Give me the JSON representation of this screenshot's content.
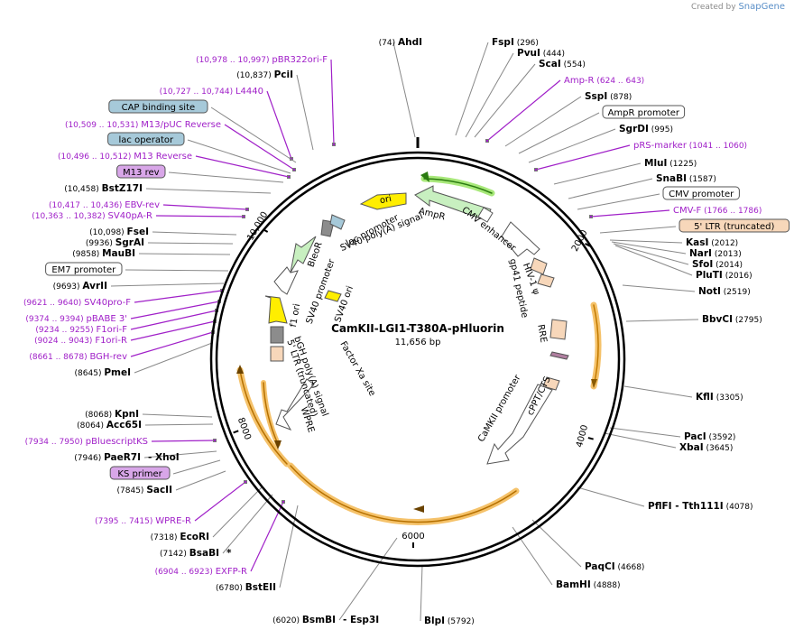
{
  "credit": {
    "prefix": "Created by",
    "brand": "SnapGene"
  },
  "plasmid": {
    "name": "CamKII-LGI1-T380A-pHluorin",
    "length": "11,656 bp"
  },
  "colors": {
    "enzyme": "#000000",
    "primer": "#a020c8",
    "feature_blue": "#a6c9d9",
    "feature_purple": "#d8a6e8",
    "feature_orange": "#f7d7ba",
    "arrow_green": "#c8f0c0",
    "arrow_yellow": "#ffee00",
    "orf_highlight": "#f5b54c"
  },
  "ruler": [
    "2000",
    "4000",
    "6000",
    "8000",
    "10,000"
  ],
  "labels": {
    "left": [
      {
        "kind": "primer",
        "pos": "(10,978 .. 10,997)",
        "name": "pBR322ori-F"
      },
      {
        "kind": "enzyme",
        "pos": "(10,837)",
        "name": "PciI"
      },
      {
        "kind": "primer",
        "pos": "(10,727 .. 10,744)",
        "name": "L4440"
      },
      {
        "kind": "featbox",
        "name": "CAP binding site",
        "color": "blue"
      },
      {
        "kind": "primer",
        "pos": "(10,509 .. 10,531)",
        "name": "M13/pUC Reverse"
      },
      {
        "kind": "featbox",
        "name": "lac operator",
        "color": "blue"
      },
      {
        "kind": "primer",
        "pos": "(10,496 .. 10,512)",
        "name": "M13 Reverse"
      },
      {
        "kind": "featbox",
        "name": "M13 rev",
        "color": "purple"
      },
      {
        "kind": "enzyme",
        "pos": "(10,458)",
        "name": "BstZ17I"
      },
      {
        "kind": "primer",
        "pos": "(10,417 .. 10,436)",
        "name": "EBV-rev"
      },
      {
        "kind": "primer",
        "pos": "(10,363 .. 10,382)",
        "name": "SV40pA-R"
      },
      {
        "kind": "enzyme",
        "pos": "(10,098)",
        "name": "FseI"
      },
      {
        "kind": "enzyme",
        "pos": "(9936)",
        "name": "SgrAI"
      },
      {
        "kind": "enzyme",
        "pos": "(9858)",
        "name": "MauBI"
      },
      {
        "kind": "featbox",
        "name": "EM7 promoter",
        "color": "white"
      },
      {
        "kind": "enzyme",
        "pos": "(9693)",
        "name": "AvrII"
      },
      {
        "kind": "primer",
        "pos": "(9621 .. 9640)",
        "name": "SV40pro-F"
      },
      {
        "kind": "primer",
        "pos": "(9374 .. 9394)",
        "name": "pBABE 3'"
      },
      {
        "kind": "primer",
        "pos": "(9234 .. 9255)",
        "name": "F1ori-F"
      },
      {
        "kind": "primer",
        "pos": "(9024 .. 9043)",
        "name": "F1ori-R"
      },
      {
        "kind": "primer",
        "pos": "(8661 .. 8678)",
        "name": "BGH-rev"
      },
      {
        "kind": "enzyme",
        "pos": "(8645)",
        "name": "PmeI"
      },
      {
        "kind": "enzyme",
        "pos": "(8068)",
        "name": "KpnI"
      },
      {
        "kind": "enzyme",
        "pos": "(8064)",
        "name": "Acc65I"
      },
      {
        "kind": "primer",
        "pos": "(7934 .. 7950)",
        "name": "pBluescriptKS"
      },
      {
        "kind": "enzyme",
        "pos": "(7946)",
        "name": "PaeR7I",
        "extra": "- XhoI"
      },
      {
        "kind": "featbox",
        "name": "KS primer",
        "color": "purple"
      },
      {
        "kind": "enzyme",
        "pos": "(7845)",
        "name": "SacII"
      },
      {
        "kind": "primer",
        "pos": "(7395 .. 7415)",
        "name": "WPRE-R"
      },
      {
        "kind": "enzyme",
        "pos": "(7318)",
        "name": "EcoRI"
      },
      {
        "kind": "enzyme",
        "pos": "(7142)",
        "name": "BsaBI",
        "extra": "*"
      },
      {
        "kind": "primer",
        "pos": "(6904 .. 6923)",
        "name": "EXFP-R"
      },
      {
        "kind": "enzyme",
        "pos": "(6780)",
        "name": "BstEII"
      },
      {
        "kind": "enzyme",
        "pos": "(6020)",
        "name": "BsmBI",
        "extra": "- Esp3I"
      }
    ],
    "right": [
      {
        "kind": "enzyme",
        "pos": "(74)",
        "name": "AhdI"
      },
      {
        "kind": "enzyme",
        "pos": "(296)",
        "name": "FspI"
      },
      {
        "kind": "enzyme",
        "pos": "(444)",
        "name": "PvuI"
      },
      {
        "kind": "enzyme",
        "pos": "(554)",
        "name": "ScaI"
      },
      {
        "kind": "primer",
        "pos": "(624 .. 643)",
        "name": "Amp-R"
      },
      {
        "kind": "enzyme",
        "pos": "(878)",
        "name": "SspI"
      },
      {
        "kind": "featbox",
        "name": "AmpR promoter",
        "color": "white"
      },
      {
        "kind": "enzyme",
        "pos": "(995)",
        "name": "SgrDI"
      },
      {
        "kind": "primer",
        "pos": "(1041 .. 1060)",
        "name": "pRS-marker"
      },
      {
        "kind": "enzyme",
        "pos": "(1225)",
        "name": "MluI"
      },
      {
        "kind": "enzyme",
        "pos": "(1587)",
        "name": "SnaBI"
      },
      {
        "kind": "featbox",
        "name": "CMV promoter",
        "color": "white"
      },
      {
        "kind": "primer",
        "pos": "(1766 .. 1786)",
        "name": "CMV-F"
      },
      {
        "kind": "featbox",
        "name": "5' LTR (truncated)",
        "color": "orange"
      },
      {
        "kind": "enzyme",
        "pos": "(2012)",
        "name": "KasI"
      },
      {
        "kind": "enzyme",
        "pos": "(2013)",
        "name": "NarI"
      },
      {
        "kind": "enzyme",
        "pos": "(2014)",
        "name": "SfoI"
      },
      {
        "kind": "enzyme",
        "pos": "(2016)",
        "name": "PluTI"
      },
      {
        "kind": "enzyme",
        "pos": "(2519)",
        "name": "NotI"
      },
      {
        "kind": "enzyme",
        "pos": "(2795)",
        "name": "BbvCI"
      },
      {
        "kind": "enzyme",
        "pos": "(3305)",
        "name": "KflI"
      },
      {
        "kind": "enzyme",
        "pos": "(3592)",
        "name": "PacI"
      },
      {
        "kind": "enzyme",
        "pos": "(3645)",
        "name": "XbaI"
      },
      {
        "kind": "enzyme",
        "pos": "(4078)",
        "name": "PflFI",
        "extra": "- Tth111I"
      },
      {
        "kind": "enzyme",
        "pos": "(4668)",
        "name": "PaqCI"
      },
      {
        "kind": "enzyme",
        "pos": "(4888)",
        "name": "BamHI"
      },
      {
        "kind": "enzyme",
        "pos": "(5792)",
        "name": "BlpI"
      }
    ]
  },
  "features": [
    {
      "name": "ori",
      "kind": "arrow-yellow"
    },
    {
      "name": "AmpR",
      "kind": "arrow-green"
    },
    {
      "name": "lac promoter",
      "kind": "label"
    },
    {
      "name": "SV40 poly(A) signal",
      "kind": "label"
    },
    {
      "name": "CMV enhancer",
      "kind": "label"
    },
    {
      "name": "BleoR",
      "kind": "arrow-green"
    },
    {
      "name": "SV40 promoter",
      "kind": "label"
    },
    {
      "name": "f1 ori",
      "kind": "arrow-yellow"
    },
    {
      "name": "SV40 ori",
      "kind": "box-yellow"
    },
    {
      "name": "HIV-1 ψ",
      "kind": "label"
    },
    {
      "name": "gp41 peptide",
      "kind": "label"
    },
    {
      "name": "RRE",
      "kind": "box-orange"
    },
    {
      "name": "bGH poly(A) signal",
      "kind": "label"
    },
    {
      "name": "5' LTR (truncated)",
      "kind": "box-orange"
    },
    {
      "name": "Factor Xa site",
      "kind": "label"
    },
    {
      "name": "WPRE",
      "kind": "arrow-white"
    },
    {
      "name": "CaMKII promoter",
      "kind": "arrow-white"
    },
    {
      "name": "cPPT/CTS",
      "kind": "box-orange"
    }
  ]
}
